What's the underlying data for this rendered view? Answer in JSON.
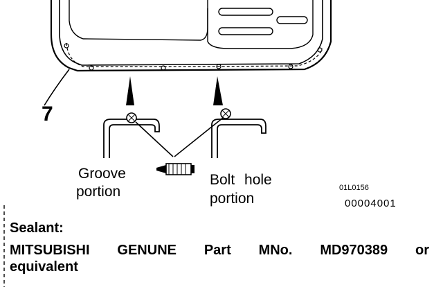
{
  "diagram": {
    "callout_number": "7",
    "labels": {
      "groove_line1": "Groove",
      "groove_line2": "portion",
      "bolt_line1": "Bolt hole",
      "bolt_line2": "portion"
    },
    "figure_codes": {
      "code_small": "01L0156",
      "code_large": "00004001"
    }
  },
  "note": {
    "line1": "Sealant:",
    "line2_words": [
      "MITSUBISHI",
      "GENUNE",
      "Part",
      "MNo.",
      "MD970389",
      "or"
    ],
    "line3": "equivalent"
  }
}
